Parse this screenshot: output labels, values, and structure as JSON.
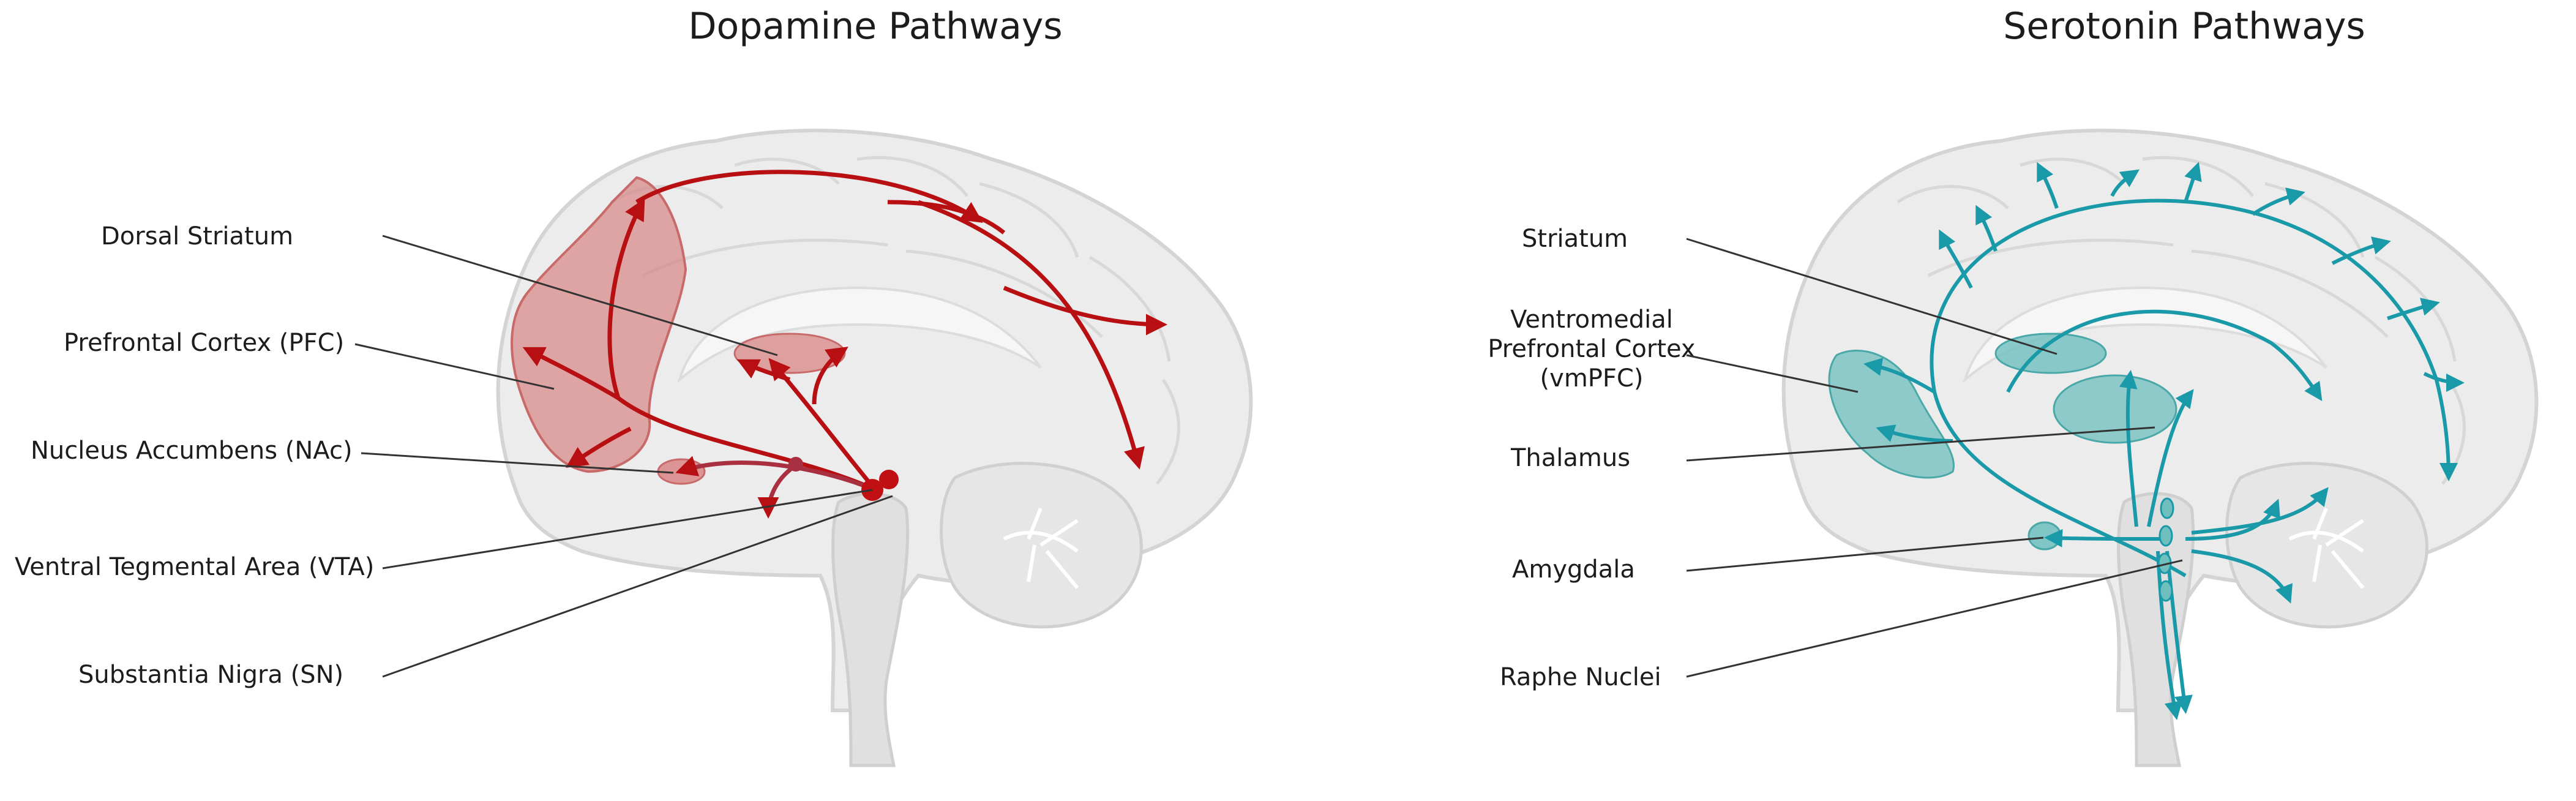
{
  "colors": {
    "dopamine": "#b80f12",
    "dopamine_region": "#d98585",
    "serotonin": "#1a9aa8",
    "serotonin_region": "#6fbfbf",
    "brain_fill": "#ececec",
    "brain_outline": "#d4d4d4",
    "leader_line": "#333333"
  },
  "dopamine": {
    "title": "Dopamine Pathways",
    "labels": {
      "dorsal_striatum": "Dorsal Striatum",
      "pfc": "Prefrontal Cortex (PFC)",
      "nac": "Nucleus Accumbens (NAc)",
      "vta": "Ventral Tegmental Area (VTA)",
      "sn": "Substantia Nigra (SN)"
    }
  },
  "serotonin": {
    "title": "Serotonin Pathways",
    "labels": {
      "striatum": "Striatum",
      "vmpfc_line1": "Ventromedial",
      "vmpfc_line2": "Prefrontal Cortex",
      "vmpfc_line3": "(vmPFC)",
      "thalamus": "Thalamus",
      "amygdala": "Amygdala",
      "raphe": "Raphe Nuclei"
    }
  }
}
